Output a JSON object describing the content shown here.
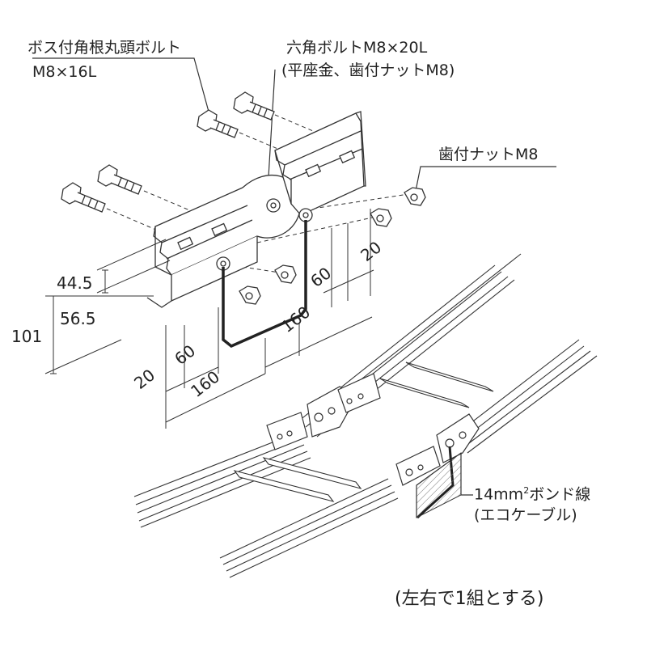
{
  "callouts": {
    "boss_bolt_line1": "ボス付角根丸頭ボルト",
    "boss_bolt_line2": "M8×16L",
    "hex_bolt_line1": "六角ボルトM8×20L",
    "hex_bolt_line2": "(平座金、歯付ナットM8)",
    "nut": "歯付ナットM8",
    "bond_line1_pre": "14mm",
    "bond_line1_sup": "2",
    "bond_line1_post": "ボンド線",
    "bond_line2": "(エコケーブル)"
  },
  "dimensions": {
    "d44_5": "44.5",
    "d56_5": "56.5",
    "d101": "101",
    "d20_left": "20",
    "d60_left": "60",
    "d160_left": "160",
    "d160_right": "160",
    "d60_right": "60",
    "d20_right": "20"
  },
  "footer": {
    "note": "(左右で1組とする)"
  }
}
